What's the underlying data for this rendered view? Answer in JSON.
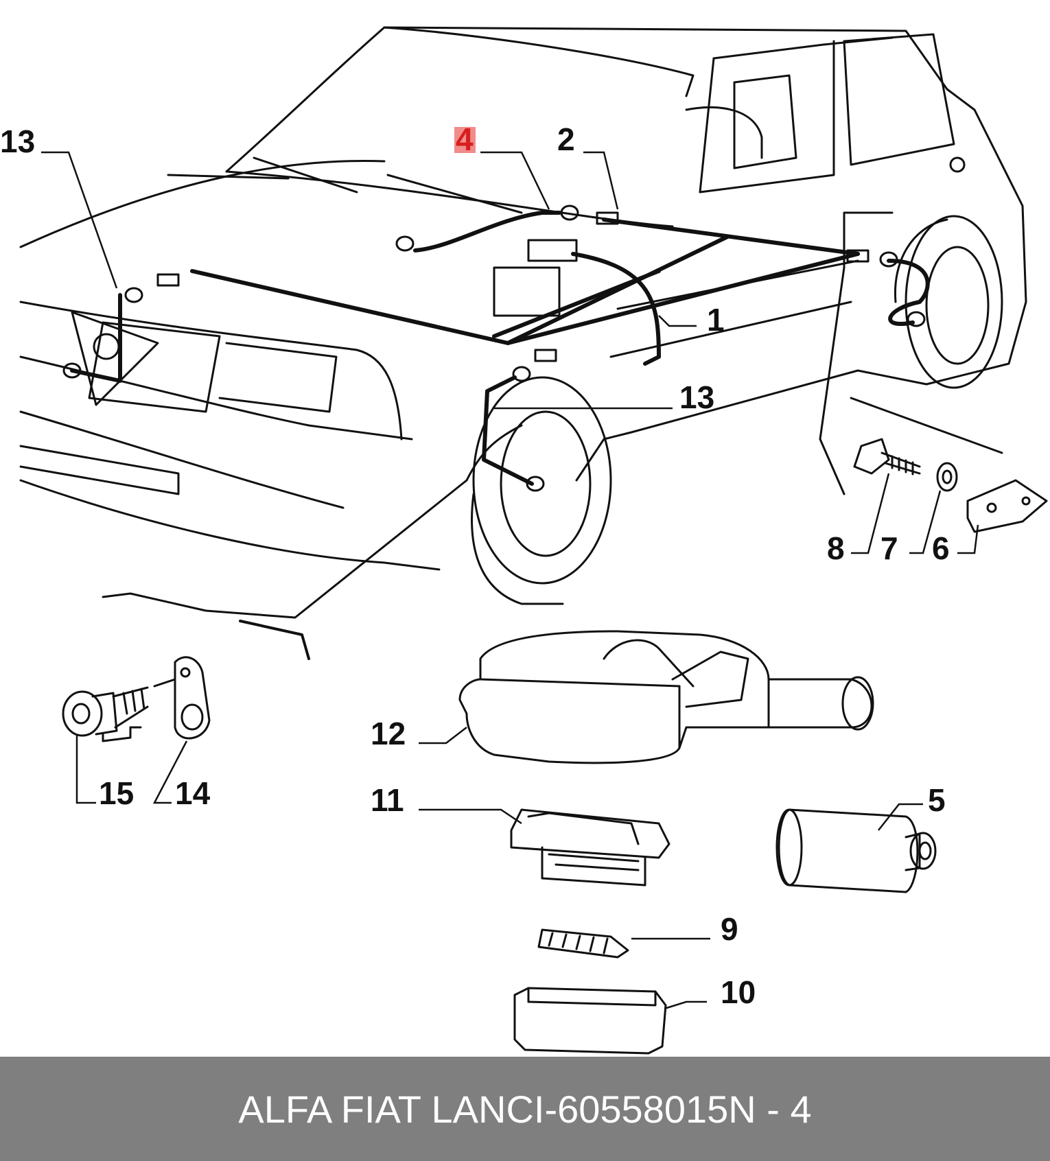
{
  "callouts": [
    {
      "text": "13"
    },
    {
      "text": "4",
      "highlighted": true
    },
    {
      "text": "2"
    },
    {
      "text": "1"
    },
    {
      "text": "13"
    },
    {
      "text": "8"
    },
    {
      "text": "7"
    },
    {
      "text": "6"
    },
    {
      "text": "12"
    },
    {
      "text": "15"
    },
    {
      "text": "14"
    },
    {
      "text": "11"
    },
    {
      "text": "5"
    },
    {
      "text": "9"
    },
    {
      "text": "10"
    }
  ],
  "colors": {
    "highlight": "#f08c8c",
    "footer_bg": "#7f7f7f",
    "line": "#111111"
  },
  "footer": {
    "brand": "ALFA FIAT LANCI",
    "separator": "-",
    "part_number": "60558015",
    "ref": "N - 4"
  }
}
